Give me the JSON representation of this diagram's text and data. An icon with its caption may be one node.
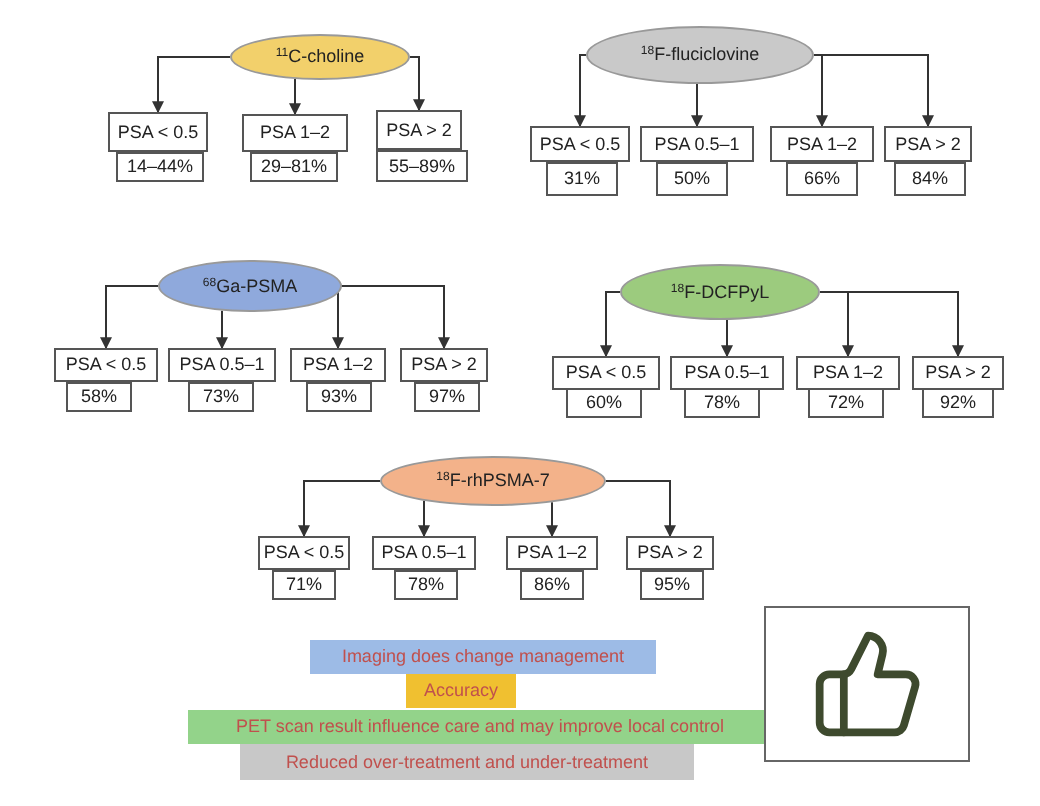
{
  "diagram": {
    "nodes": [
      {
        "text": [
          "$^{11}$C-choline"
        ]
      },
      {
        "text": [
          "PSA < 0.5"
        ]
      },
      {
        "text": [
          "14–44%"
        ]
      },
      {
        "text": [
          "PSA 1–2"
        ]
      },
      {
        "text": [
          "29–81%"
        ]
      },
      {
        "text": [
          "PSA > 2"
        ]
      },
      {
        "text": [
          "55–89%"
        ]
      },
      {
        "text": [
          "$^{18}$F-fluciclovine"
        ]
      },
      {
        "text": [
          "PSA < 0.5"
        ]
      },
      {
        "text": [
          "31%"
        ]
      },
      {
        "text": [
          "PSA 0.5–1"
        ]
      },
      {
        "text": [
          "50%"
        ]
      },
      {
        "text": [
          "PSA 1–2"
        ]
      },
      {
        "text": [
          "66%"
        ]
      },
      {
        "text": [
          "PSA > 2"
        ]
      },
      {
        "text": [
          "84%"
        ]
      },
      {
        "text": [
          "$^{68}$Ga-PSMA"
        ]
      },
      {
        "text": [
          "PSA < 0.5"
        ]
      },
      {
        "text": [
          "58%"
        ]
      },
      {
        "text": [
          "PSA 0.5–1"
        ]
      },
      {
        "text": [
          "73%"
        ]
      },
      {
        "text": [
          "PSA 1–2"
        ]
      },
      {
        "text": [
          "93%"
        ]
      },
      {
        "text": [
          "PSA > 2"
        ]
      },
      {
        "text": [
          "97%"
        ]
      },
      {
        "text": [
          "$^{18}$F-DCFPyL"
        ]
      },
      {
        "text": [
          "PSA < 0.5"
        ]
      },
      {
        "text": [
          "60%"
        ]
      },
      {
        "text": [
          "PSA 0.5–1"
        ]
      },
      {
        "text": [
          "78%"
        ]
      },
      {
        "text": [
          "PSA 1–2"
        ]
      },
      {
        "text": [
          "72%"
        ]
      },
      {
        "text": [
          "PSA > 2"
        ]
      },
      {
        "text": [
          "92%"
        ]
      },
      {
        "text": [
          "$^{18}$F-rhPSMA-7"
        ]
      },
      {
        "text": [
          "PSA < 0.5"
        ]
      },
      {
        "text": [
          "71%"
        ]
      },
      {
        "text": [
          "PSA 0.5–1"
        ]
      },
      {
        "text": [
          "78%"
        ]
      },
      {
        "text": [
          "PSA 1–2"
        ]
      },
      {
        "text": [
          "86%"
        ]
      },
      {
        "text": [
          "PSA > 2"
        ]
      },
      {
        "text": [
          "95%"
        ]
      },
      {
        "text": [
          "Imaging does change management"
        ]
      },
      {
        "text": [
          "Accuracy"
        ]
      },
      {
        "text": [
          "PET scan result influence care and may improve local control"
        ]
      },
      {
        "text": [
          "Reduced over-treatment and under-treatment"
        ]
      }
    ],
    "edges": [
      {
        "from": 0,
        "to": 1,
        "arrow": "to"
      },
      {
        "from": 0,
        "to": 3,
        "arrow": "to"
      },
      {
        "from": 0,
        "to": 5,
        "arrow": "to"
      },
      {
        "from": 7,
        "to": 8,
        "arrow": "to"
      },
      {
        "from": 7,
        "to": 10,
        "arrow": "to"
      },
      {
        "from": 7,
        "to": 12,
        "arrow": "to"
      },
      {
        "from": 7,
        "to": 14,
        "arrow": "to"
      },
      {
        "from": 16,
        "to": 17,
        "arrow": "to"
      },
      {
        "from": 16,
        "to": 19,
        "arrow": "to"
      },
      {
        "from": 16,
        "to": 21,
        "arrow": "to"
      },
      {
        "from": 16,
        "to": 23,
        "arrow": "to"
      },
      {
        "from": 25,
        "to": 26,
        "arrow": "to"
      },
      {
        "from": 25,
        "to": 28,
        "arrow": "to"
      },
      {
        "from": 25,
        "to": 30,
        "arrow": "to"
      },
      {
        "from": 25,
        "to": 32,
        "arrow": "to"
      },
      {
        "from": 34,
        "to": 35,
        "arrow": "to"
      },
      {
        "from": 34,
        "to": 37,
        "arrow": "to"
      },
      {
        "from": 34,
        "to": 39,
        "arrow": "to"
      },
      {
        "from": 34,
        "to": 41,
        "arrow": "to"
      }
    ]
  }
}
